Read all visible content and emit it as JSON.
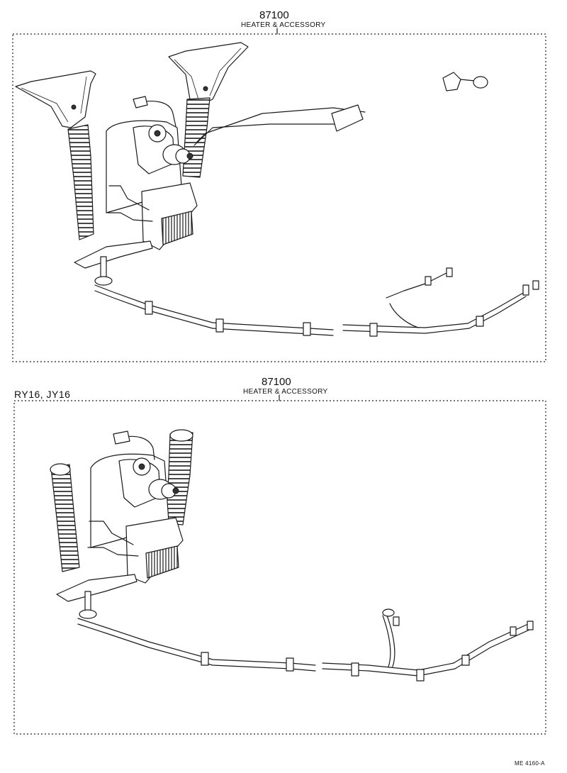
{
  "panels": [
    {
      "part_number": "87100",
      "part_name": "HEATER & ACCESSORY",
      "variant": ""
    },
    {
      "part_number": "87100",
      "part_name": "HEATER & ACCESSORY",
      "variant": "RY16,  JY16"
    }
  ],
  "footer": {
    "drawing_code": "ME  4160-A"
  }
}
